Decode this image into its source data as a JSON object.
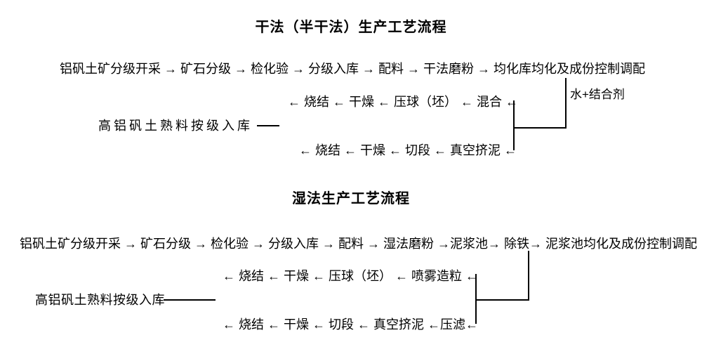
{
  "colors": {
    "background": "#ffffff",
    "text": "#000000",
    "line": "#000000"
  },
  "dry_section": {
    "title": "干法（半干法）生产工艺流程",
    "main_flow": "铝矾土矿分级开采 → 矿石分级 → 检化验 → 分级入库 → 配料 → 干法磨粉 → 均化库均化及成份控制调配",
    "additive_label": "水+结合剂",
    "return_flow_top": "← 烧结 ← 干燥 ← 压球（坯） ← 混合 ←",
    "storage_label": "高铝矾土熟料按级入库",
    "return_flow_bottom": "← 烧结 ← 干燥 ← 切段 ← 真空挤泥 ←"
  },
  "wet_section": {
    "title": "湿法生产工艺流程",
    "main_flow": "铝矾土矿分级开采 → 矿石分级 → 检化验 → 分级入库 → 配料 → 湿法磨粉 →泥浆池→ 除铁→ 泥浆池均化及成份控制调配",
    "return_flow_top": "← 烧结 ← 干燥 ← 压球（坯） ← 喷雾造粒 ←",
    "storage_label": "高铝矾土熟料按级入库",
    "return_flow_bottom": "← 烧结 ← 干燥 ← 切段 ← 真空挤泥 ←压滤←"
  }
}
